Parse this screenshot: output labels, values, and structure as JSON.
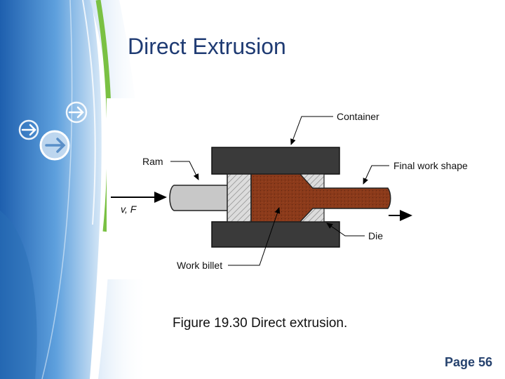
{
  "slide": {
    "title": "Direct Extrusion",
    "caption": "Figure 19.30  Direct extrusion.",
    "page_label": "Page 56"
  },
  "diagram": {
    "labels": {
      "container": "Container",
      "ram": "Ram",
      "final_work_shape": "Final work shape",
      "velocity_force": "v, F",
      "die": "Die",
      "work_billet": "Work billet"
    }
  },
  "colors": {
    "title": "#1f3b73",
    "container": "#3a3a3a",
    "billet": "#8b3a1a",
    "ram": "#c8c8c8",
    "accent_green": "#7ac143",
    "accent_blue": "#2a6fb5"
  },
  "icons": [
    "arrow-right-icon",
    "arrow-right-icon",
    "arrow-right-icon"
  ]
}
